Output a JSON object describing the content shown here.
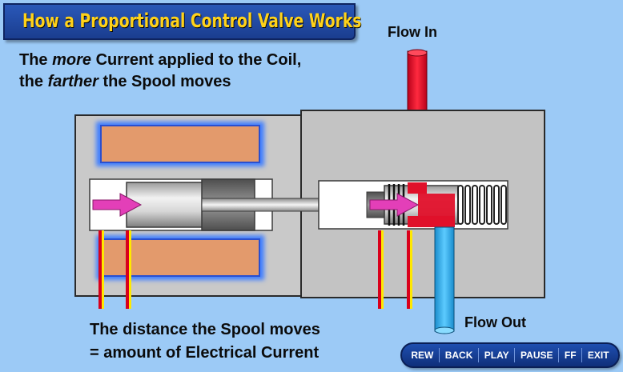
{
  "header": {
    "title": "How a Proportional Control Valve Works"
  },
  "intro": {
    "line1_a": "The ",
    "line1_em": "more",
    "line1_b": " Current applied to the Coil,",
    "line2_a": "the ",
    "line2_em": "farther",
    "line2_b": " the Spool moves"
  },
  "labels": {
    "flow_in": "Flow In",
    "flow_out": "Flow Out"
  },
  "footer": {
    "line1": "The distance the Spool moves",
    "line2": "= amount of Electrical Current"
  },
  "controls": {
    "rew": "REW",
    "back": "BACK",
    "play": "PLAY",
    "pause": "PAUSE",
    "ff": "FF",
    "exit": "EXIT"
  },
  "colors": {
    "background": "#9ccaf6",
    "title_text": "#ffd21a",
    "flow_in": "#e0102a",
    "flow_out": "#2aa8e0",
    "coil": "#e39a6c",
    "coil_glow": "#3f7fff",
    "arrow": "#e33fb8",
    "marker_red": "#d9001b",
    "marker_yellow": "#ffe800"
  }
}
